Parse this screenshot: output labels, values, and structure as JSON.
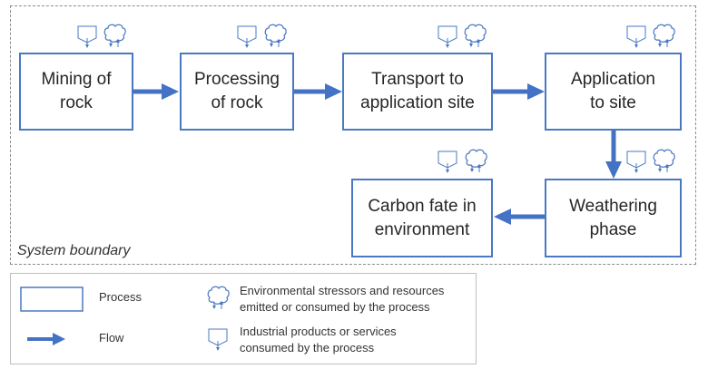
{
  "system_boundary_label": "System boundary",
  "processes": [
    {
      "id": "mining",
      "label": "Mining of\nrock"
    },
    {
      "id": "processing",
      "label": "Processing\nof rock"
    },
    {
      "id": "transport",
      "label": "Transport to\napplication site"
    },
    {
      "id": "application",
      "label": "Application\nto site"
    },
    {
      "id": "weathering",
      "label": "Weathering\nphase"
    },
    {
      "id": "carbon-fate",
      "label": "Carbon fate in\nenvironment"
    }
  ],
  "legend": {
    "process_label": "Process",
    "flow_label": "Flow",
    "stressors_label": "Environmental stressors and resources\nemitted or consumed by the process",
    "industrial_label": "Industrial products or services\nconsumed by the process"
  },
  "colors": {
    "process_border": "#4a78c2",
    "flow_arrow": "#4472c4",
    "icon_stroke": "#4a78c2"
  }
}
